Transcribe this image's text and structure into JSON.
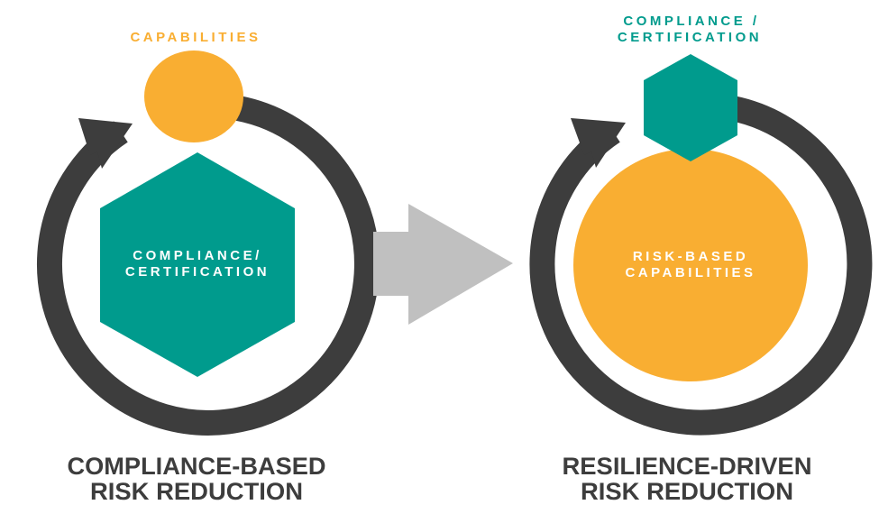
{
  "colors": {
    "teal": "#009b8d",
    "orange": "#f9ae32",
    "ring": "#3d3d3d",
    "transition_arrow": "#c0c0c0"
  },
  "left": {
    "top_label": "CAPABILITIES",
    "shape_label_line1": "COMPLIANCE/",
    "shape_label_line2": "CERTIFICATION",
    "title_line1": "COMPLIANCE-BASED",
    "title_line2": "RISK REDUCTION"
  },
  "right": {
    "top_label_line1": "COMPLIANCE /",
    "top_label_line2": "CERTIFICATION",
    "shape_label_line1": "RISK-BASED",
    "shape_label_line2": "CAPABILITIES",
    "title_line1": "RESILIENCE-DRIVEN",
    "title_line2": "RISK REDUCTION"
  }
}
